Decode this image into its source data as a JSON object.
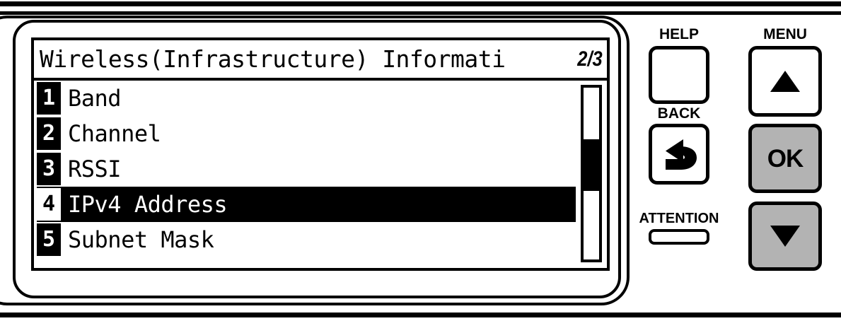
{
  "device": {
    "type": "printer-control-panel"
  },
  "lcd": {
    "title": "Wireless(Infrastructure) Informati",
    "page_indicator": "2/3",
    "current_page": 2,
    "total_pages": 3,
    "items": [
      {
        "number": "1",
        "label": "Band",
        "selected": false
      },
      {
        "number": "2",
        "label": "Channel",
        "selected": false
      },
      {
        "number": "3",
        "label": "RSSI",
        "selected": false
      },
      {
        "number": "4",
        "label": "IPv4 Address",
        "selected": true
      },
      {
        "number": "5",
        "label": "Subnet Mask",
        "selected": false
      }
    ],
    "scrollbar": {
      "thumb_top_percent": 30,
      "thumb_height_percent": 30
    },
    "colors": {
      "background": "#ffffff",
      "foreground": "#000000",
      "selected_background": "#000000",
      "selected_foreground": "#ffffff"
    }
  },
  "controls": {
    "help": {
      "label": "Help",
      "icon": "blank-key-icon"
    },
    "back": {
      "label": "Back",
      "icon": "back-arrow-icon"
    },
    "attention": {
      "label": "Attention",
      "icon": "led-indicator-icon"
    },
    "menu": {
      "label": "Menu",
      "icon": "triangle-up-icon"
    },
    "ok": {
      "label": "OK",
      "icon": "ok-key-icon"
    },
    "down": {
      "label": "",
      "icon": "triangle-down-icon"
    },
    "colors": {
      "key_face": "#ffffff",
      "key_face_active": "#b3b3b3",
      "key_border": "#000000"
    }
  }
}
